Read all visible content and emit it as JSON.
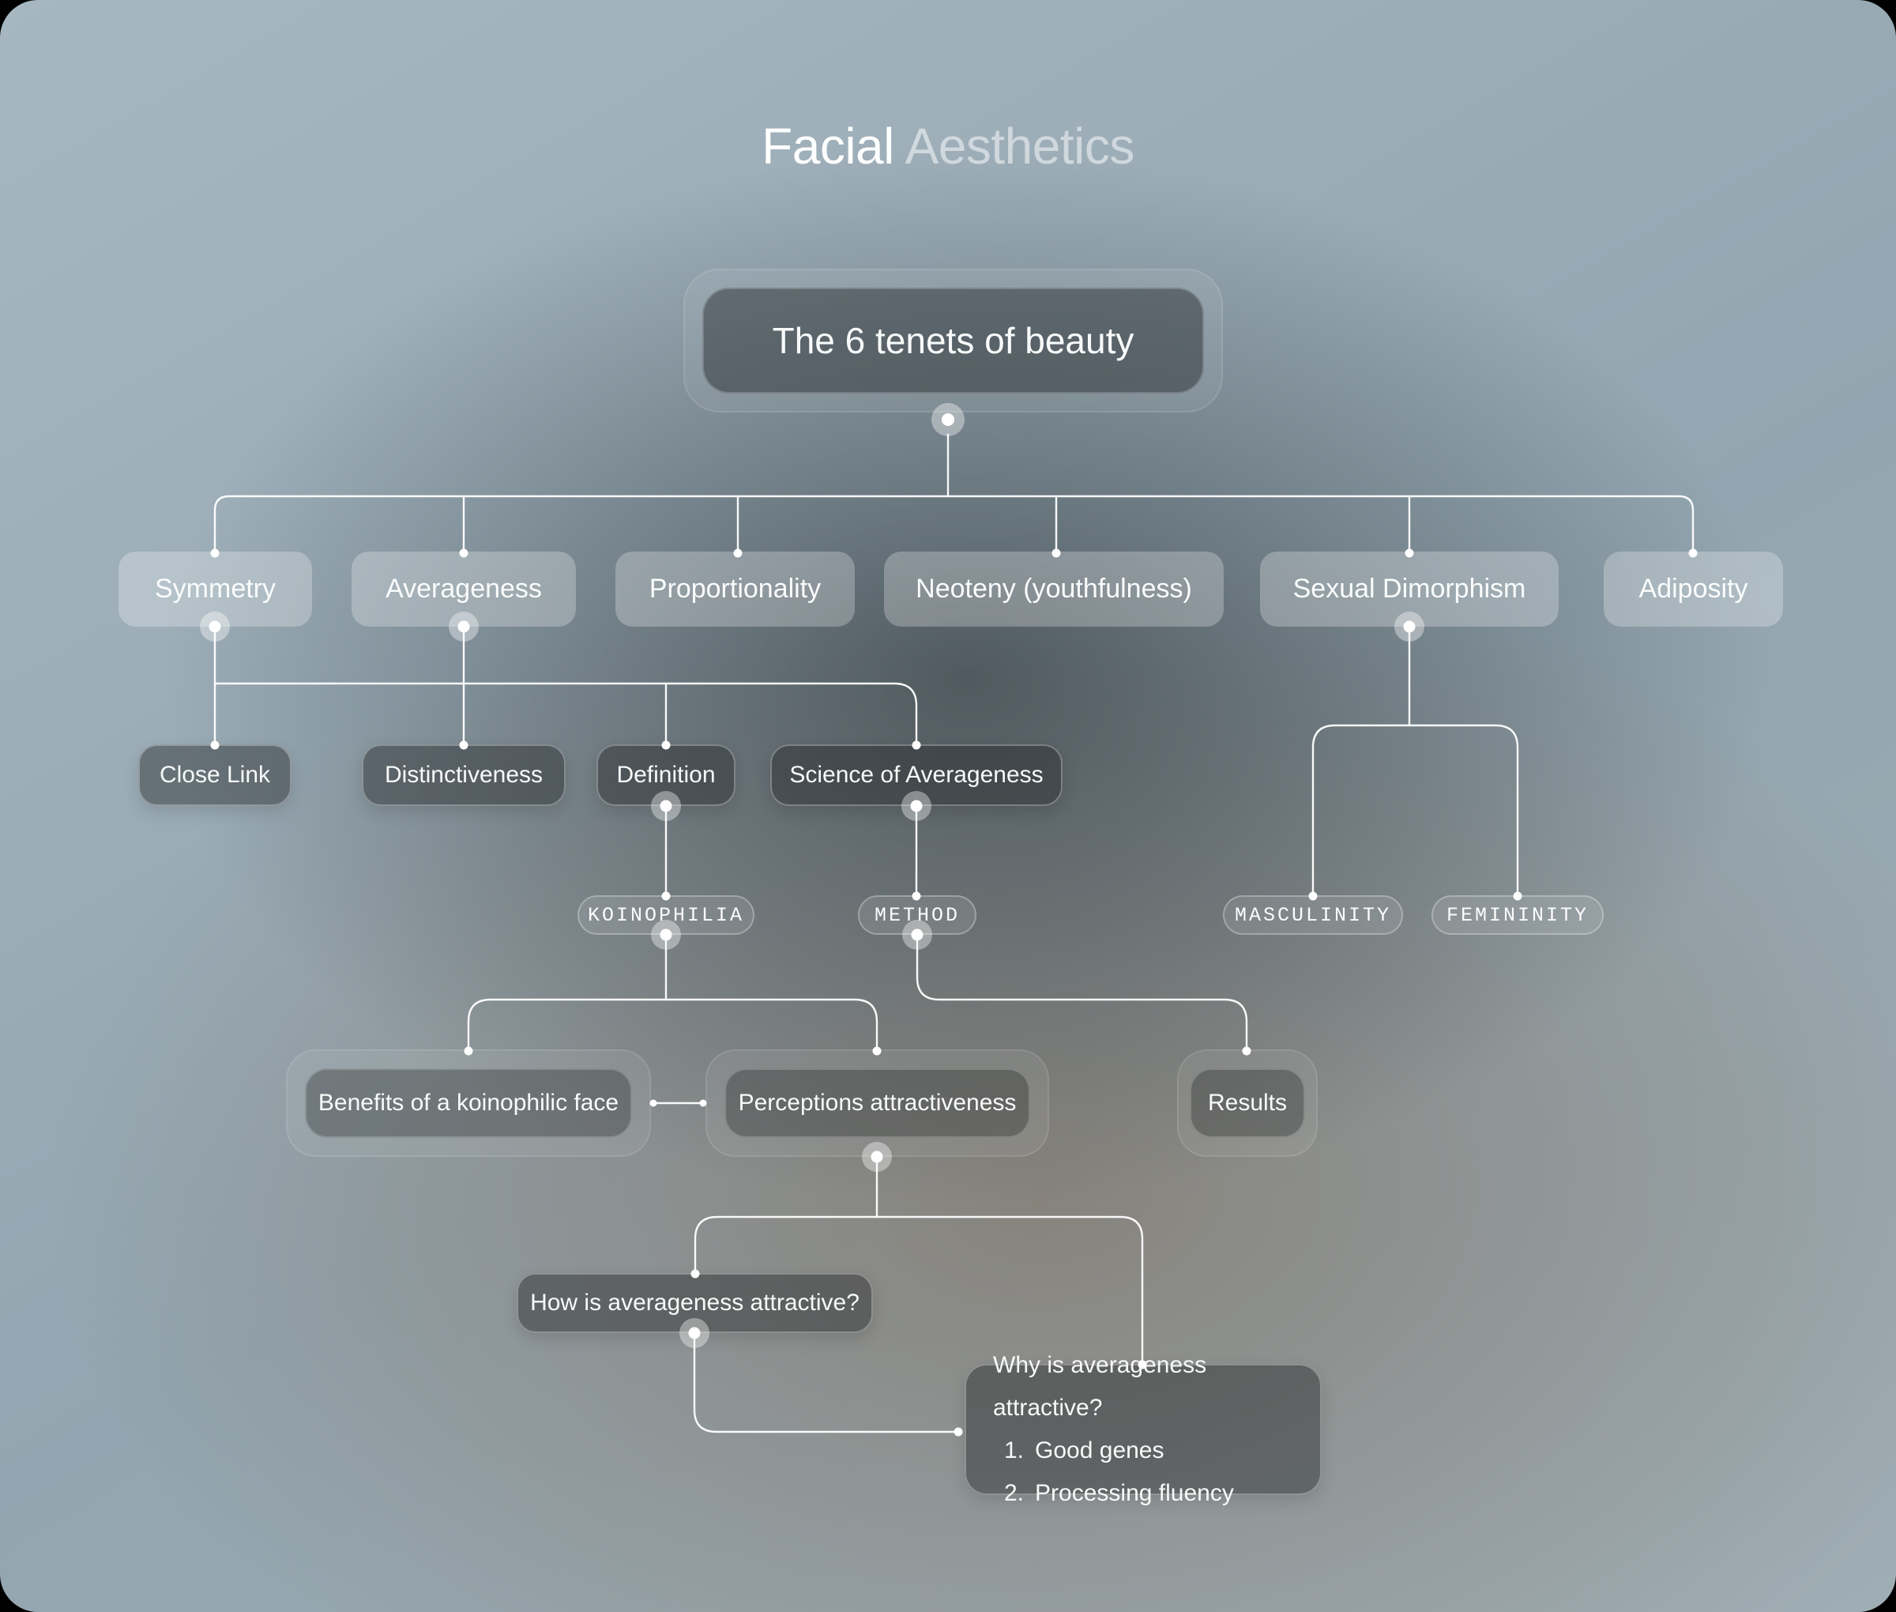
{
  "title": {
    "word1": "Facial",
    "word2": "Aesthetics"
  },
  "nodes": {
    "root": "The 6 tenets of beauty",
    "tenets": [
      "Symmetry",
      "Averageness",
      "Proportionality",
      "Neoteny (youthfulness)",
      "Sexual Dimorphism",
      "Adiposity"
    ],
    "averageness_topics": [
      "Close Link",
      "Distinctiveness",
      "Definition",
      "Science of Averageness"
    ],
    "tags": [
      "KOINOPHILIA",
      "METHOD",
      "MASCULINITY",
      "FEMININITY"
    ],
    "studies": [
      "Benefits of a koinophilic face",
      "Perceptions attractiveness",
      "Results"
    ],
    "how_question": "How is averageness attractive?",
    "why_question": {
      "heading": "Why is averageness attractive?",
      "list": [
        {
          "num": "1.",
          "text": "Good genes"
        },
        {
          "num": "2.",
          "text": "Processing fluency"
        }
      ]
    }
  },
  "colors": {
    "background_cool": "#a3b4bf",
    "background_dark_center": "#5f666a",
    "background_warm": "#9a948e",
    "connector": "#ffffff",
    "node_light_fill": "rgba(255,255,255,0.26)",
    "node_dark_fill": "rgba(38,40,42,0.45)",
    "text": "#f8fafa"
  }
}
